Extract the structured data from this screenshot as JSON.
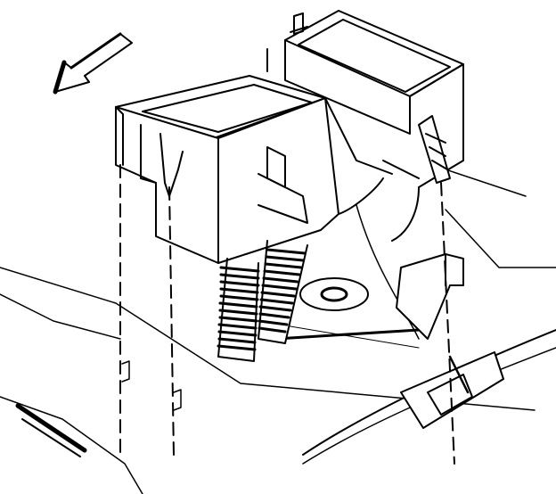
{
  "diagram": {
    "line_color": "#000000",
    "background_color": "#ffffff",
    "components": [
      {
        "name": "direction-arrow",
        "shape": "arrow"
      },
      {
        "name": "relay-fuse-box-housing",
        "shape": "box"
      },
      {
        "name": "rear-housing-with-cover",
        "shape": "box"
      },
      {
        "name": "corrugated-hose-left",
        "shape": "hose"
      },
      {
        "name": "corrugated-hose-right",
        "shape": "hose"
      },
      {
        "name": "round-washer",
        "shape": "ring"
      },
      {
        "name": "mounting-bracket",
        "shape": "plate"
      },
      {
        "name": "retaining-clip",
        "shape": "clip"
      },
      {
        "name": "alignment-line-left",
        "shape": "dashed-line"
      },
      {
        "name": "alignment-line-middle",
        "shape": "dashed-line"
      },
      {
        "name": "alignment-line-right",
        "shape": "dashed-line"
      }
    ]
  }
}
